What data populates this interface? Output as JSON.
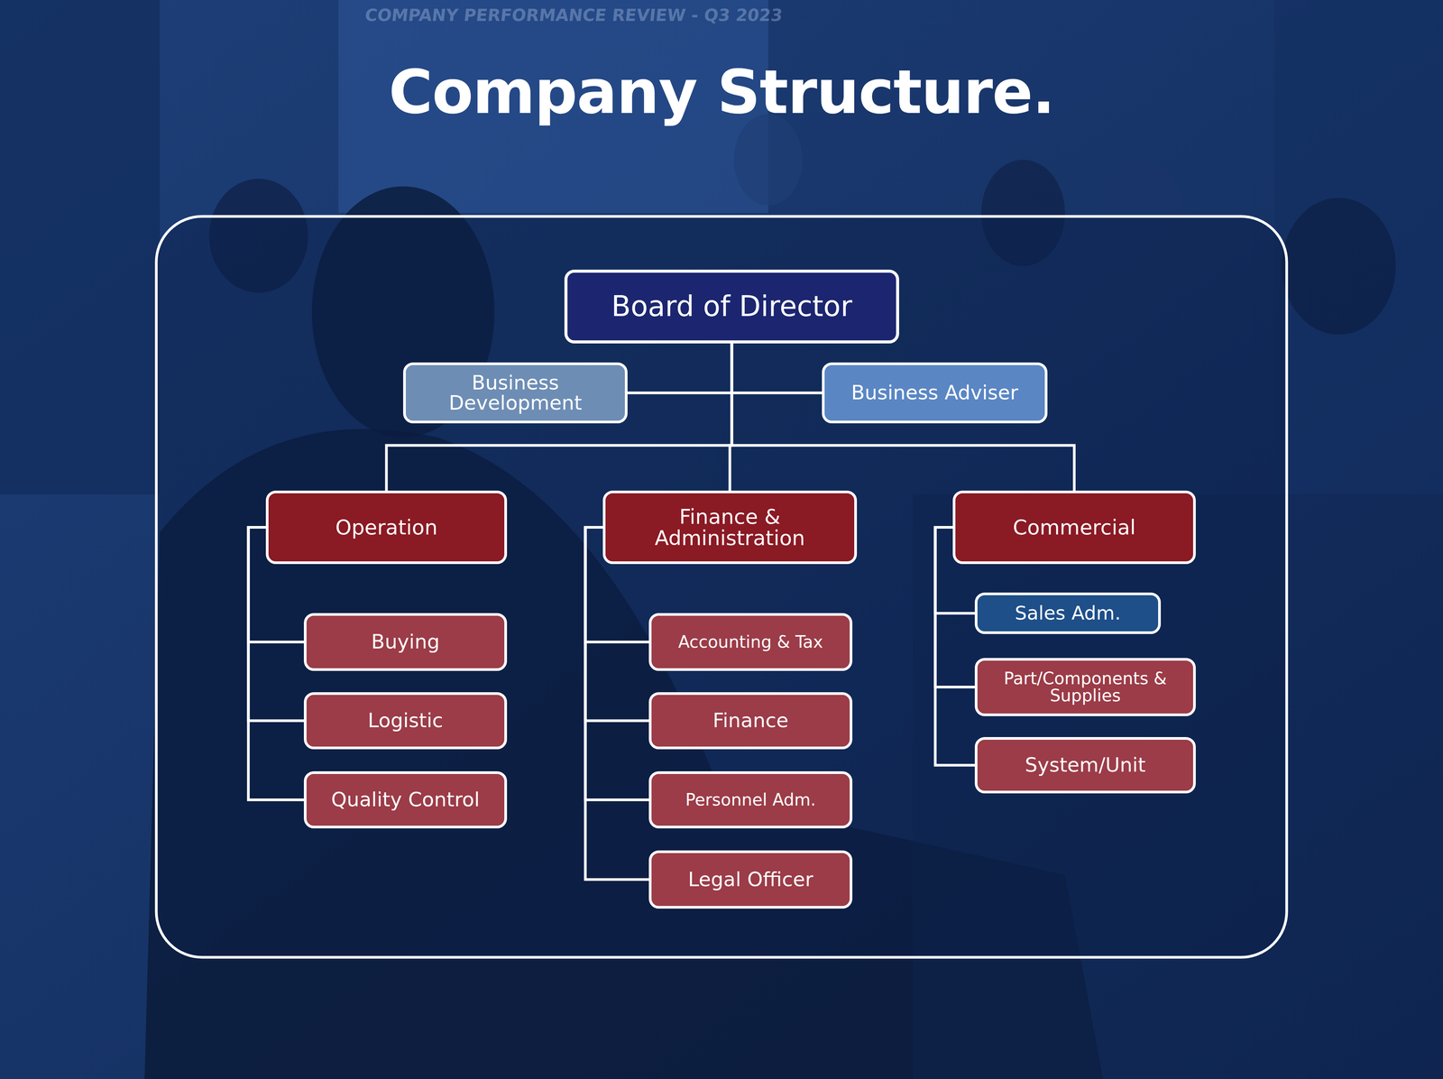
{
  "diagram": {
    "title": "Company Structure.",
    "nodes": [
      {
        "text": [
          "Board of Director"
        ]
      },
      {
        "text": [
          "Business Development"
        ]
      },
      {
        "text": [
          "Business Adviser"
        ]
      },
      {
        "text": [
          "Operation"
        ]
      },
      {
        "text": [
          "Finance & Administration"
        ]
      },
      {
        "text": [
          "Commercial"
        ]
      },
      {
        "text": [
          "Buying"
        ]
      },
      {
        "text": [
          "Logistic"
        ]
      },
      {
        "text": [
          "Quality Control"
        ]
      },
      {
        "text": [
          "Accounting & Tax"
        ]
      },
      {
        "text": [
          "Finance"
        ]
      },
      {
        "text": [
          "Personnel Adm."
        ]
      },
      {
        "text": [
          "Legal Officer"
        ]
      },
      {
        "text": [
          "Sales Adm."
        ]
      },
      {
        "text": [
          "Part/Components & Supplies"
        ]
      },
      {
        "text": [
          "System/Unit"
        ]
      }
    ],
    "edges": [
      {
        "from": 0,
        "to": 1,
        "arrow": "none"
      },
      {
        "from": 0,
        "to": 2,
        "arrow": "none"
      },
      {
        "from": 0,
        "to": 3,
        "arrow": "none"
      },
      {
        "from": 0,
        "to": 4,
        "arrow": "none"
      },
      {
        "from": 0,
        "to": 5,
        "arrow": "none"
      },
      {
        "from": 3,
        "to": 6,
        "arrow": "none"
      },
      {
        "from": 3,
        "to": 7,
        "arrow": "none"
      },
      {
        "from": 3,
        "to": 8,
        "arrow": "none"
      },
      {
        "from": 4,
        "to": 9,
        "arrow": "none"
      },
      {
        "from": 4,
        "to": 10,
        "arrow": "none"
      },
      {
        "from": 4,
        "to": 11,
        "arrow": "none"
      },
      {
        "from": 4,
        "to": 12,
        "arrow": "none"
      },
      {
        "from": 5,
        "to": 13,
        "arrow": "none"
      },
      {
        "from": 5,
        "to": 14,
        "arrow": "none"
      },
      {
        "from": 5,
        "to": 15,
        "arrow": "none"
      }
    ],
    "labels": [
      "COMPANY PERFORMANCE REVIEW - Q3 2023"
    ]
  }
}
